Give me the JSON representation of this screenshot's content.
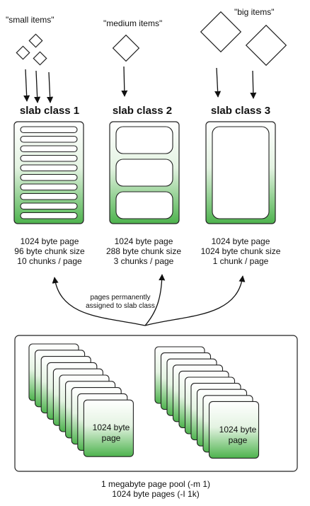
{
  "items": {
    "small_label": "\"small items\"",
    "medium_label": "\"medium items\"",
    "big_label": "\"big items\""
  },
  "slab_classes": [
    {
      "title": "slab class 1",
      "line1": "1024 byte page",
      "line2": "96 byte chunk size",
      "line3": "10 chunks / page",
      "chunks": 10
    },
    {
      "title": "slab class 2",
      "line1": "1024 byte page",
      "line2": "288 byte chunk size",
      "line3": "3 chunks / page",
      "chunks": 3
    },
    {
      "title": "slab class 3",
      "line1": "1024 byte page",
      "line2": "1024 byte chunk size",
      "line3": "1 chunk / page",
      "chunks": 1
    }
  ],
  "assignment_note": {
    "line1": "pages permanently",
    "line2": "assigned to slab class"
  },
  "pool": {
    "page_label_line1": "1024 byte",
    "page_label_line2": "page",
    "caption_line1": "1 megabyte page pool (-m 1)",
    "caption_line2": "1024 byte pages (-I 1k)"
  },
  "colors": {
    "green_light": "#ffffff",
    "green_dark": "#5cb85c",
    "stroke": "#222222"
  }
}
